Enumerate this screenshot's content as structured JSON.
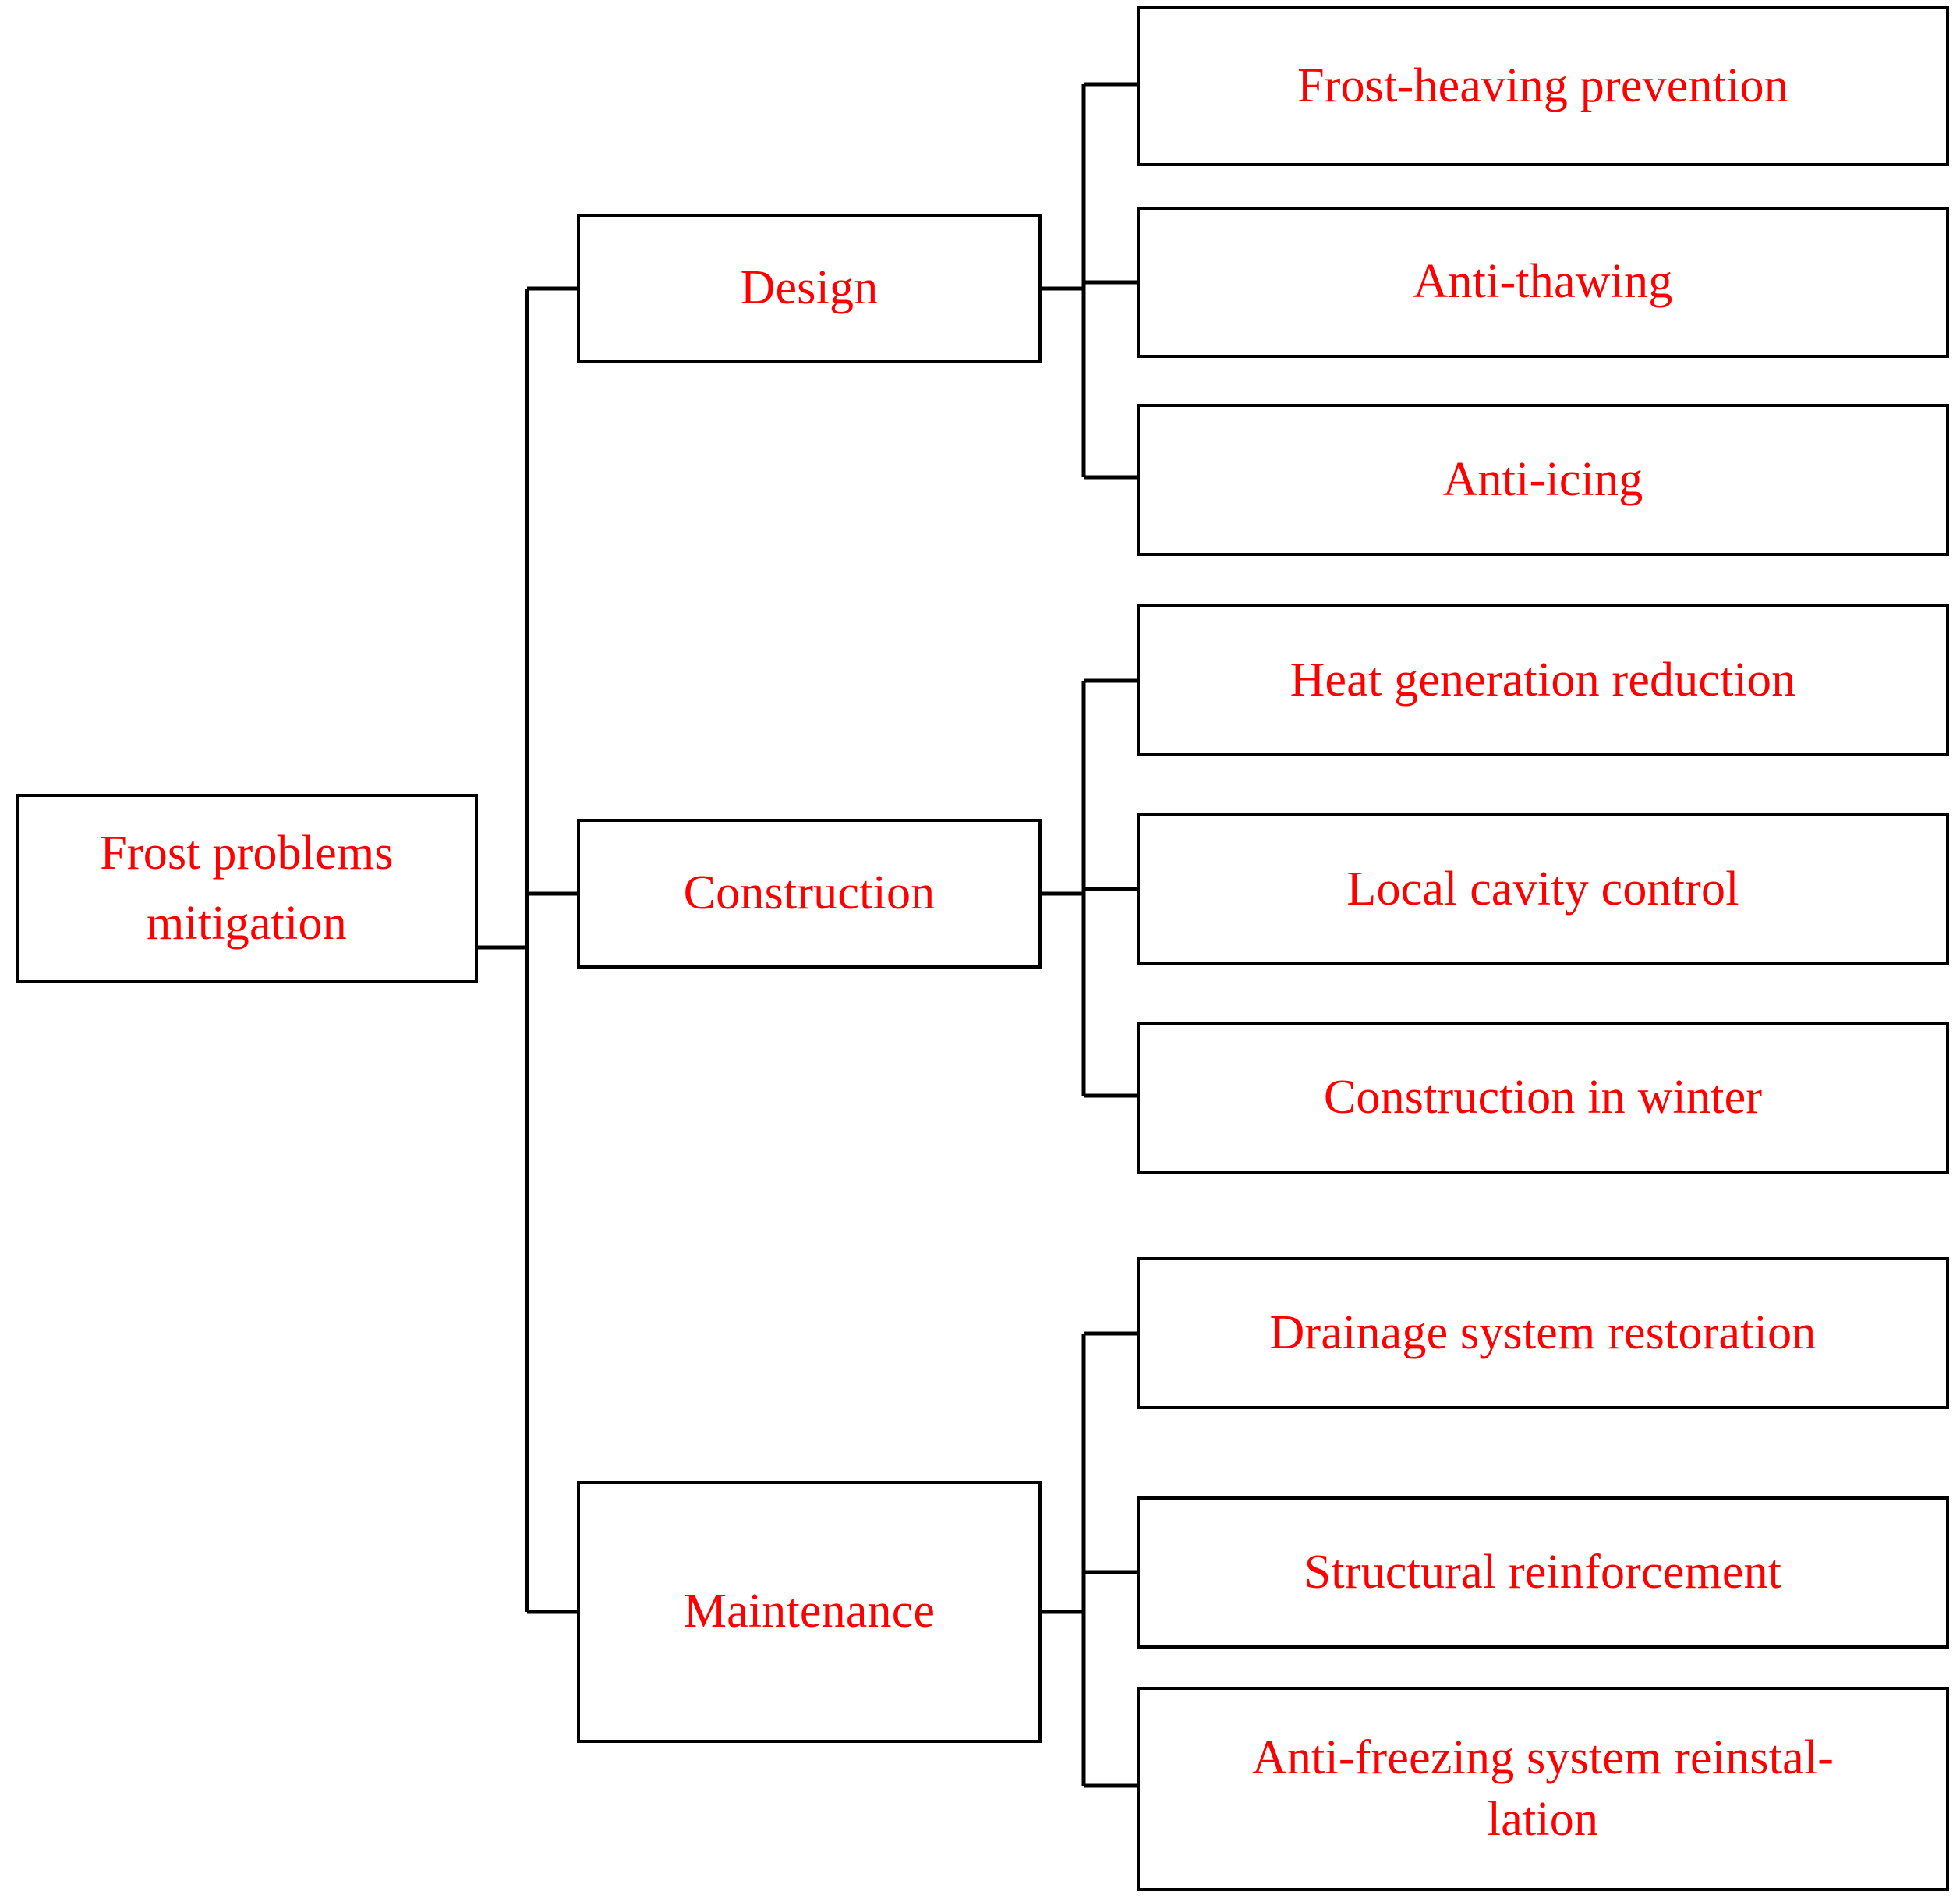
{
  "diagram": {
    "type": "tree-hierarchy-chart",
    "orientation": "left-to-right",
    "colors": {
      "box_border": "#000000",
      "box_fill": "#ffffff",
      "text": "#ff0000",
      "connector": "#000000",
      "background": "#ffffff"
    },
    "root": {
      "label": "Frost problems\nmitigation"
    },
    "branches": [
      {
        "label": "Design",
        "children": [
          {
            "label": "Frost-heaving prevention"
          },
          {
            "label": "Anti-thawing"
          },
          {
            "label": "Anti-icing"
          }
        ]
      },
      {
        "label": "Construction",
        "children": [
          {
            "label": "Heat generation reduction"
          },
          {
            "label": "Local cavity control"
          },
          {
            "label": "Construction in winter"
          }
        ]
      },
      {
        "label": "Maintenance",
        "children": [
          {
            "label": "Drainage system restoration"
          },
          {
            "label": "Structural reinforcement"
          },
          {
            "label": "Anti-freezing system reinstal-\nlation"
          }
        ]
      }
    ]
  }
}
